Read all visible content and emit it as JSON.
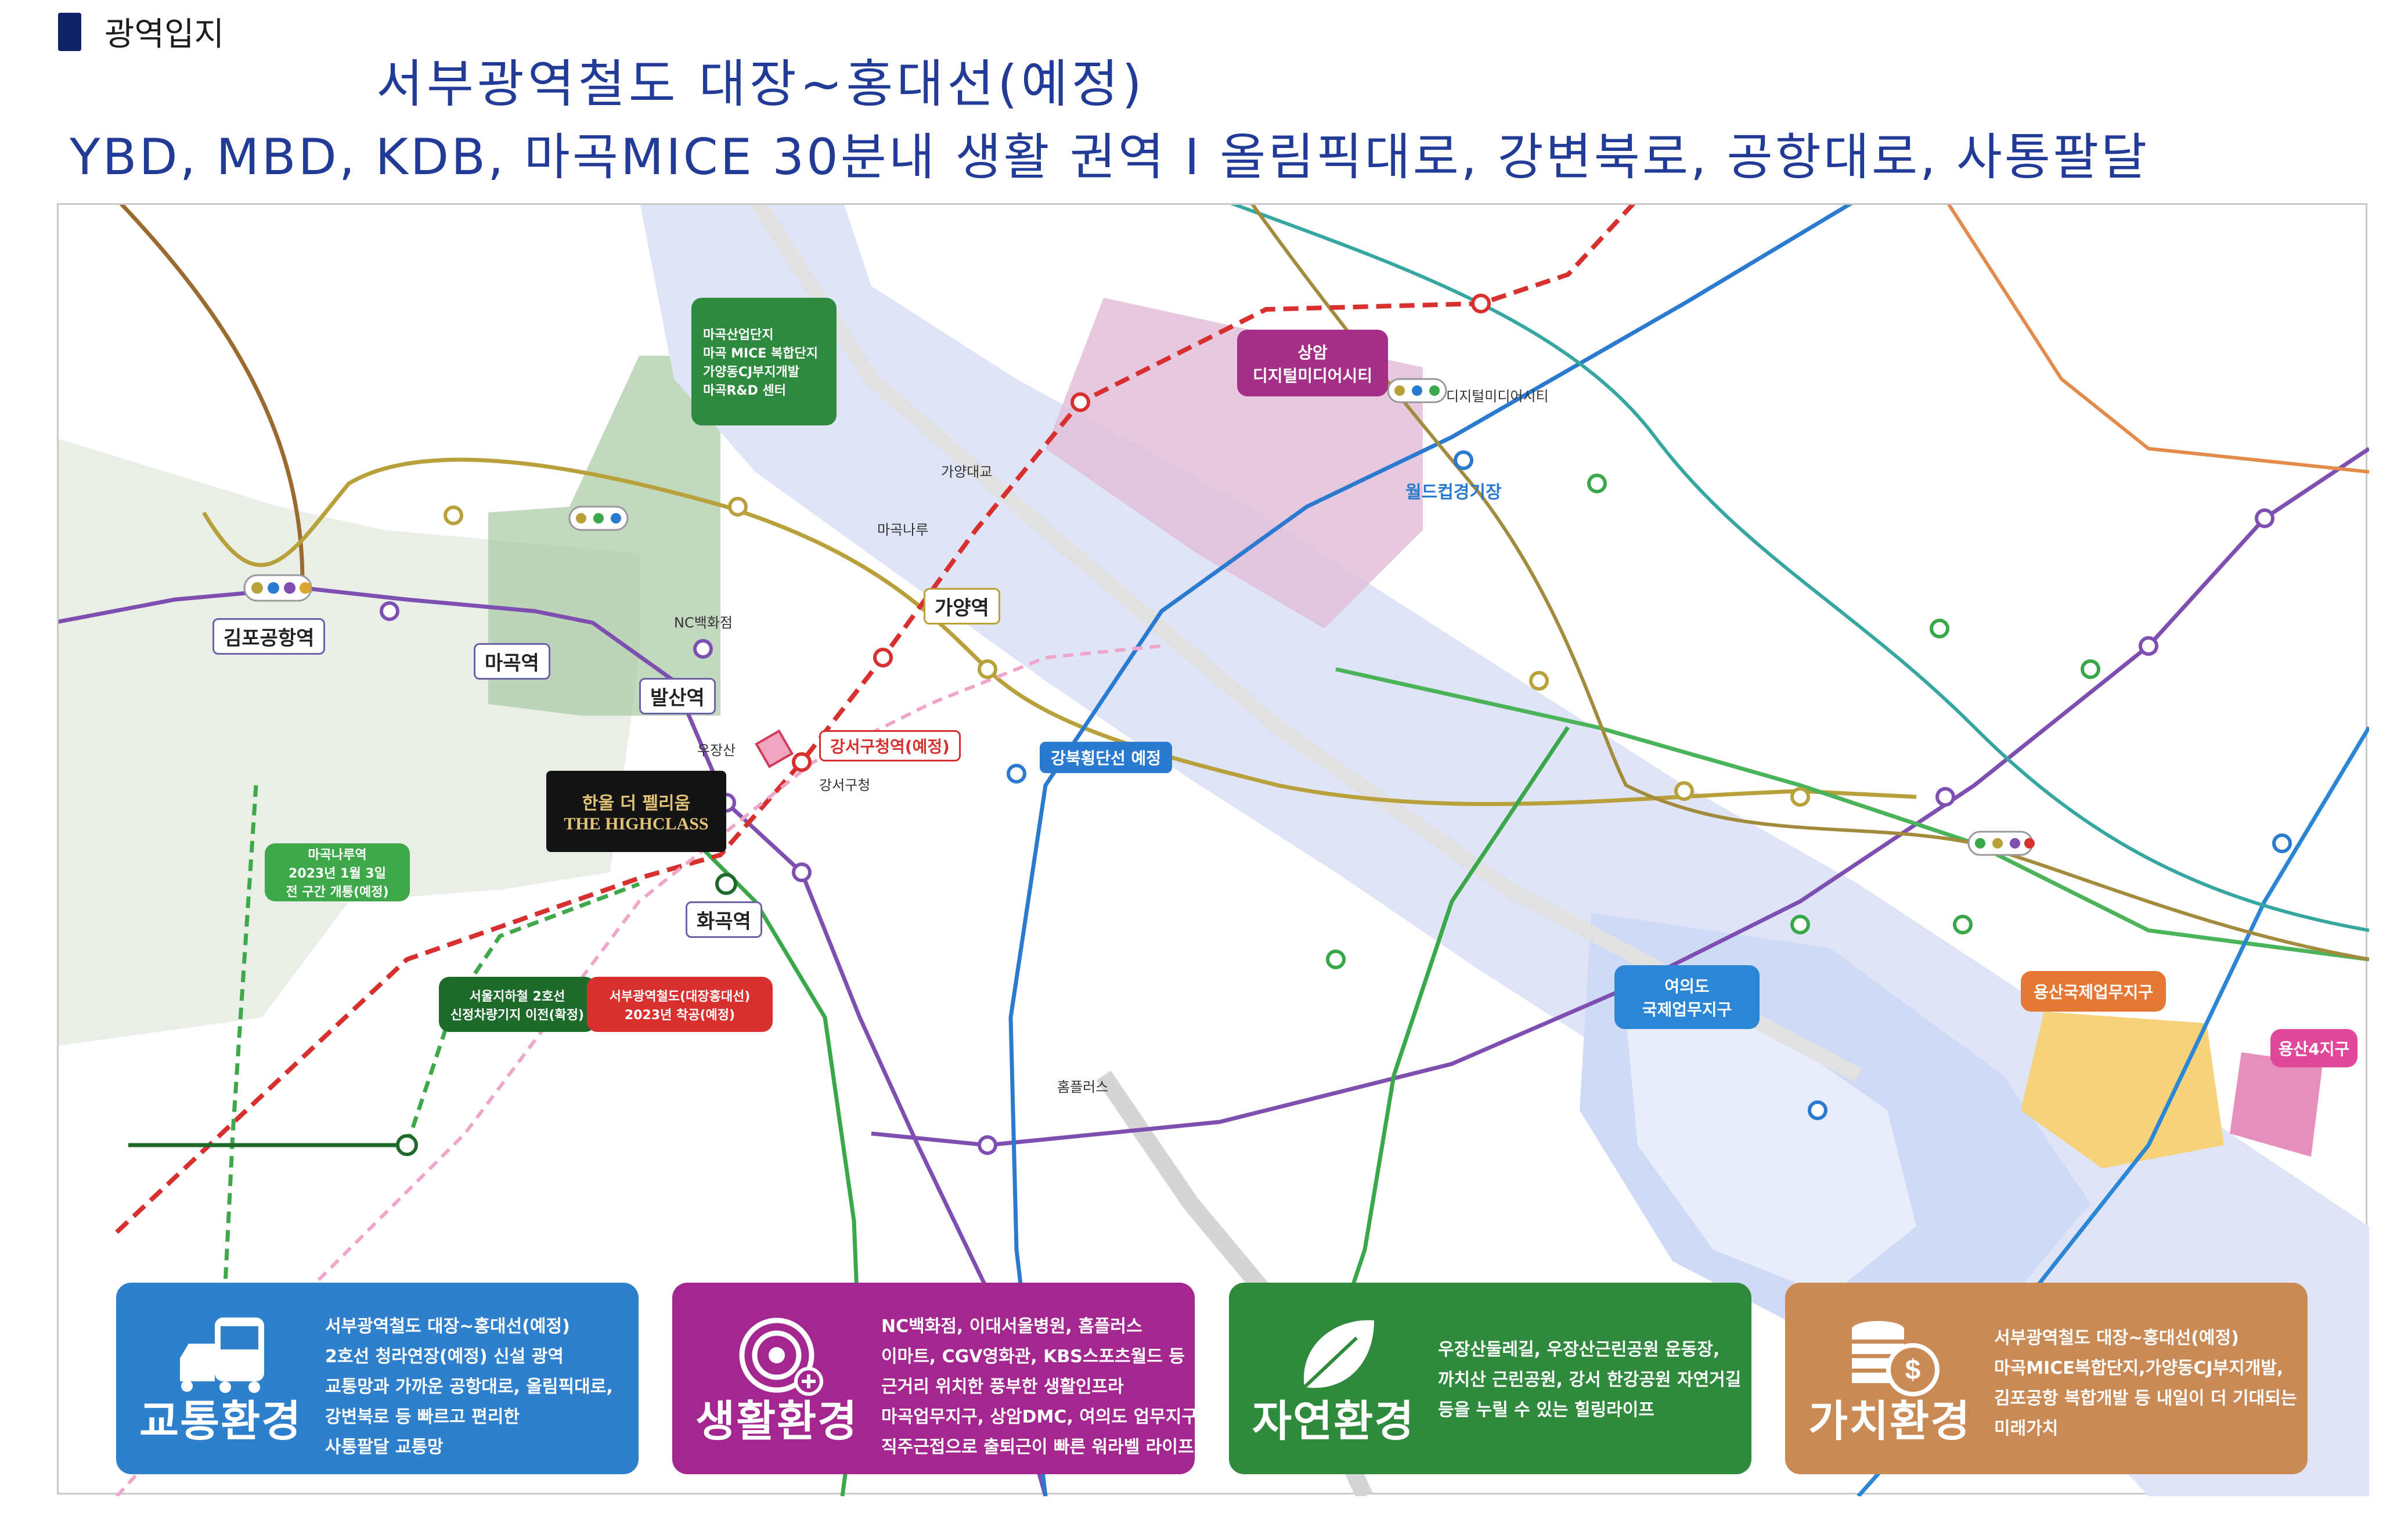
{
  "section": {
    "label": "광역입지"
  },
  "header": {
    "title_line1": "서부광역철도 대장~홍대선(예정)",
    "title_line2": "YBD, MBD, KDB, 마곡MICE 30분내 생활 권역 I 올림픽대로, 강변북로, 공항대로, 사통팔달"
  },
  "map": {
    "callouts": {
      "magok_cluster": [
        "마곡산업단지",
        "마곡 MICE 복합단지",
        "가양동CJ부지개발",
        "마곡R&D 센터"
      ],
      "sangam_dmc": [
        "상암",
        "디지털미디어시티"
      ],
      "magok_station_opening": [
        "마곡나루역",
        "2023년 1월 3일",
        "전 구간 개통(예정)"
      ],
      "line2_branch": [
        "서울지하철 2호선",
        "신정차량기지 이전(확정)"
      ],
      "seobu_rail": [
        "서부광역철도(대장홍대선)",
        "2023년 착공(예정)"
      ],
      "yeouido": [
        "여의도",
        "국제업무지구"
      ],
      "yongsan_intl": "용산국제업무지구",
      "yongsan_4": "용산4지구",
      "project_name_kr": "한울 더 펠리움",
      "project_name_en": "THE HIGHCLASS"
    },
    "labels": {
      "gimpo_airport": "김포공항역",
      "magok": "마곡역",
      "balsan": "발산역",
      "hwagok": "화곡역",
      "gayang": "가양역",
      "gangseo_gucheong": "강서구청역(예정)",
      "gangbuk_line": "강북횡단선 예정",
      "world_cup_stadium": "월드컵경기장",
      "gayang_bridge": "가양대교",
      "magok_naru": "마곡나루",
      "nc_dept": "NC백화점",
      "woojangsan": "우장산",
      "homeplus": "홈플러스",
      "gangseo_gucheong_small": "강서구청",
      "dmc": "디지털미디어시티"
    }
  },
  "cards": [
    {
      "title": "교통환경",
      "color": "#2e7fcc",
      "icon": "bus-car-icon",
      "lines": [
        "서부광역철도 대장~홍대선(예정)",
        "2호선 청라연장(예정) 신설 광역",
        "교통망과 가까운 공항대로, 올림픽대로,",
        "강변북로 등 빠르고 편리한",
        "사통팔달 교통망"
      ]
    },
    {
      "title": "생활환경",
      "color": "#a3278f",
      "icon": "target-plus-icon",
      "lines": [
        "NC백화점, 이대서울병원, 홈플러스",
        "이마트, CGV영화관, KBS스포츠월드 등",
        "근거리 위치한 풍부한 생활인프라",
        "마곡업무지구, 상암DMC, 여의도 업무지구 등",
        "직주근접으로 출퇴근이 빠른 워라벨 라이프"
      ]
    },
    {
      "title": "자연환경",
      "color": "#2f8a3e",
      "icon": "leaf-icon",
      "lines": [
        "우장산둘레길, 우장산근린공원 운동장,",
        "까치산 근린공원, 강서 한강공원 자연거길",
        "등을 누릴 수 있는 힐링라이프"
      ]
    },
    {
      "title": "가치환경",
      "color": "#c98a55",
      "icon": "coins-icon",
      "lines": [
        "서부광역철도 대장~홍대선(예정)",
        "마곡MICE복합단지,가양동CJ부지개발,",
        "김포공항 복합개발 등 내일이 더 기대되는",
        "미래가치"
      ]
    }
  ]
}
